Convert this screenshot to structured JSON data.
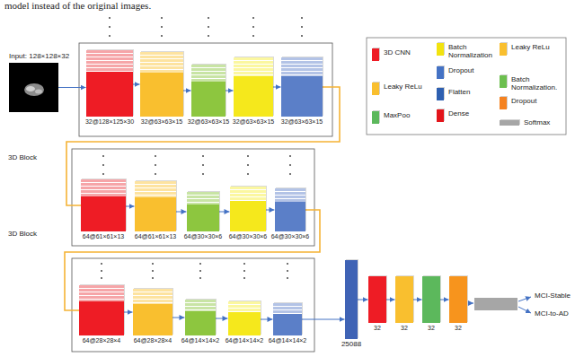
{
  "diagram": {
    "nodes": [
      {
        "text": [
          "Input: 128×128×32"
        ]
      },
      {
        "text": [
          "32@128×125×30"
        ]
      },
      {
        "text": [
          "32@63×63×15"
        ]
      },
      {
        "text": [
          "32@63×63×15"
        ]
      },
      {
        "text": [
          "32@63×63×15"
        ]
      },
      {
        "text": [
          "32@63×63×15"
        ]
      },
      {
        "text": [
          "64@61×61×13"
        ]
      },
      {
        "text": [
          "64@61×61×13"
        ]
      },
      {
        "text": [
          "64@30×30×6"
        ]
      },
      {
        "text": [
          "64@30×30×6"
        ]
      },
      {
        "text": [
          "64@30×30×6"
        ]
      },
      {
        "text": [
          "64@28×28×4"
        ]
      },
      {
        "text": [
          "64@28×28×4"
        ]
      },
      {
        "text": [
          "64@14×14×2"
        ]
      },
      {
        "text": [
          "64@14×14×2"
        ]
      },
      {
        "text": [
          "64@14×14×2"
        ]
      },
      {
        "text": [
          "25088"
        ]
      },
      {
        "text": [
          "32"
        ]
      },
      {
        "text": [
          "32"
        ]
      },
      {
        "text": [
          "32"
        ]
      },
      {
        "text": [
          "32"
        ]
      }
    ],
    "edges": [
      {
        "from": 0,
        "to": 1,
        "arrow": "to"
      },
      {
        "from": 1,
        "to": 2,
        "arrow": "to"
      },
      {
        "from": 2,
        "to": 3,
        "arrow": "to"
      },
      {
        "from": 3,
        "to": 4,
        "arrow": "to"
      },
      {
        "from": 4,
        "to": 5,
        "arrow": "to"
      },
      {
        "from": 5,
        "to": 6,
        "arrow": "none"
      },
      {
        "from": 6,
        "to": 7,
        "arrow": "to"
      },
      {
        "from": 7,
        "to": 8,
        "arrow": "to"
      },
      {
        "from": 8,
        "to": 9,
        "arrow": "to"
      },
      {
        "from": 9,
        "to": 10,
        "arrow": "to"
      },
      {
        "from": 10,
        "to": 11,
        "arrow": "none"
      },
      {
        "from": 11,
        "to": 12,
        "arrow": "to"
      },
      {
        "from": 12,
        "to": 13,
        "arrow": "to"
      },
      {
        "from": 13,
        "to": 14,
        "arrow": "to"
      },
      {
        "from": 14,
        "to": 15,
        "arrow": "to"
      },
      {
        "from": 15,
        "to": 16,
        "arrow": "to"
      },
      {
        "from": 16,
        "to": 17,
        "arrow": "to"
      },
      {
        "from": 17,
        "to": 18,
        "arrow": "to"
      },
      {
        "from": 18,
        "to": 19,
        "arrow": "to"
      },
      {
        "from": 19,
        "to": 20,
        "arrow": "to"
      }
    ],
    "labels": [
      "model instead of the original images.",
      "3D Block",
      "3D Block",
      "MCI-Stable",
      "MCI-to-AD"
    ],
    "legend": [
      {
        "text": "3D CNN",
        "color": "#ee1c25"
      },
      {
        "text": "Leaky ReLu",
        "color": "#f9bf2f"
      },
      {
        "text": "MaxPoo",
        "color": "#5cb85c"
      },
      {
        "text": "Batch Normalization",
        "color": "#f2e30f"
      },
      {
        "text": "Dropout",
        "color": "#4472c4"
      },
      {
        "text": "Flatten",
        "color": "#2e5fb0"
      },
      {
        "text": "Dense",
        "color": "#e3151b"
      },
      {
        "text": "Leaky ReLu",
        "color": "#f9bf2f"
      },
      {
        "text": "Batch Normalization.",
        "color": "#6cbf4f"
      },
      {
        "text": "Dropout",
        "color": "#f58220"
      },
      {
        "text": "Softmax",
        "color": "#a6a6a6"
      }
    ]
  }
}
